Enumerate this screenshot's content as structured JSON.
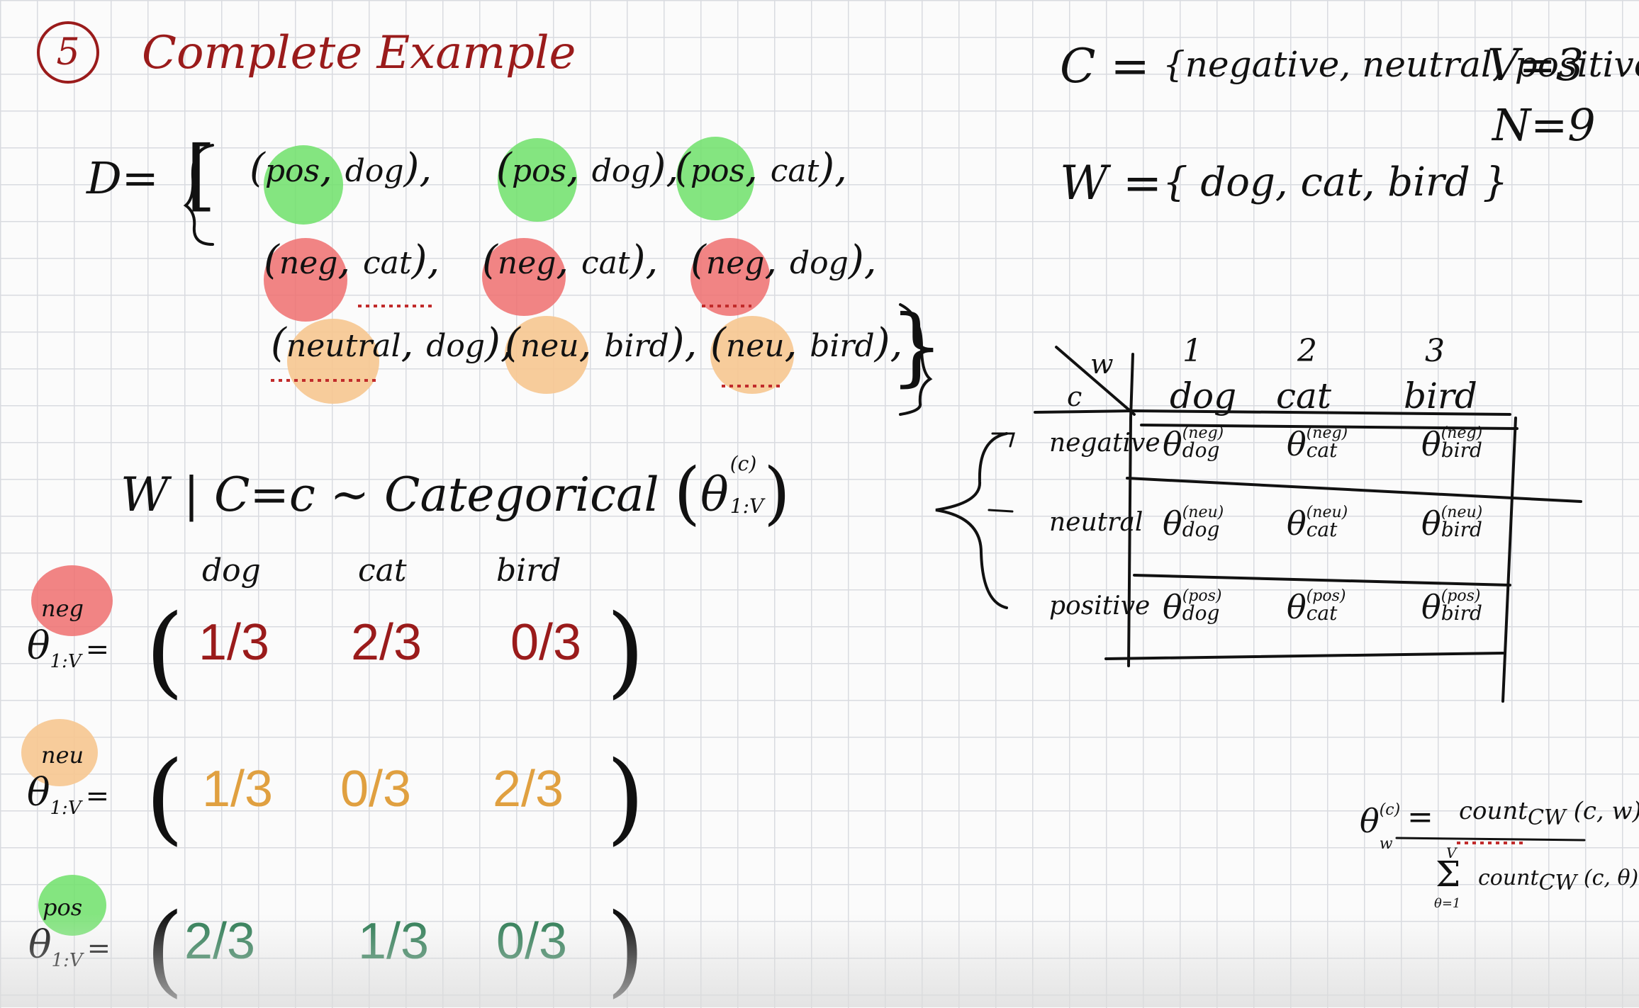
{
  "heading": {
    "number": "5",
    "title": "Complete Example"
  },
  "dataset": {
    "label": "D=",
    "rows": [
      [
        {
          "c": "pos",
          "w": "dog"
        },
        {
          "c": "pos",
          "w": "dog"
        },
        {
          "c": "pos",
          "w": "cat"
        }
      ],
      [
        {
          "c": "neg",
          "w": "cat"
        },
        {
          "c": "neg",
          "w": "cat"
        },
        {
          "c": "neg",
          "w": "dog"
        }
      ],
      [
        {
          "c": "neutral",
          "w": "dog"
        },
        {
          "c": "neu",
          "w": "bird"
        },
        {
          "c": "neu",
          "w": "bird"
        }
      ]
    ]
  },
  "class_set": {
    "lhs": "C =",
    "set": "{negative, neutral, positive}",
    "v": "V=3",
    "n": "N=9"
  },
  "word_set": {
    "lhs": "W =",
    "set": "{ dog, cat, bird }"
  },
  "model": {
    "text": "W | C=c ~ Categorical",
    "param": "θ",
    "param_sup": "(c)",
    "param_sub": "1:V"
  },
  "theta_columns": [
    "dog",
    "cat",
    "bird"
  ],
  "theta_rows": [
    {
      "cls": "neg",
      "label": "θ",
      "label_sub": "1:V",
      "eq": "=",
      "values": [
        "1/3",
        "2/3",
        "0/3"
      ],
      "color": "#9a1b1b"
    },
    {
      "cls": "neu",
      "label": "θ",
      "label_sub": "1:V",
      "eq": "=",
      "values": [
        "1/3",
        "0/3",
        "2/3"
      ],
      "color": "#e0a040"
    },
    {
      "cls": "pos",
      "label": "θ",
      "label_sub": "1:V",
      "eq": "=",
      "values": [
        "2/3",
        "1/3",
        "0/3"
      ],
      "color": "#2f7d55"
    }
  ],
  "table": {
    "corner_w": "w",
    "corner_c": "c",
    "col_indices": [
      "1",
      "2",
      "3"
    ],
    "col_words": [
      "dog",
      "cat",
      "bird"
    ],
    "rows": [
      {
        "label": "negative",
        "cells": [
          {
            "sup": "(neg)",
            "sub": "dog"
          },
          {
            "sup": "(neg)",
            "sub": "cat"
          },
          {
            "sup": "(neg)",
            "sub": "bird"
          }
        ]
      },
      {
        "label": "neutral",
        "cells": [
          {
            "sup": "(neu)",
            "sub": "dog"
          },
          {
            "sup": "(neu)",
            "sub": "cat"
          },
          {
            "sup": "(neu)",
            "sub": "bird"
          }
        ]
      },
      {
        "label": "positive",
        "cells": [
          {
            "sup": "(pos)",
            "sub": "dog"
          },
          {
            "sup": "(pos)",
            "sub": "cat"
          },
          {
            "sup": "(pos)",
            "sub": "bird"
          }
        ]
      }
    ],
    "theta_symbol": "θ"
  },
  "formula": {
    "lhs": "θ",
    "lhs_sup": "(c)",
    "lhs_sub": "w",
    "eq": "=",
    "numerator": "count",
    "numerator_sub": "CW",
    "numerator_args": "(c, w)",
    "sum_symbol": "Σ",
    "sum_top": "V",
    "sum_bottom": "θ=1",
    "denominator": "count",
    "denominator_sub": "CW",
    "denominator_args": "(c, θ)"
  },
  "colors": {
    "red": "#9a1b1b",
    "orange": "#e0a040",
    "green": "#2f7d55",
    "hl_green": "#6fe06a",
    "hl_red": "#ef6f6f",
    "hl_orange": "#f6c690"
  }
}
